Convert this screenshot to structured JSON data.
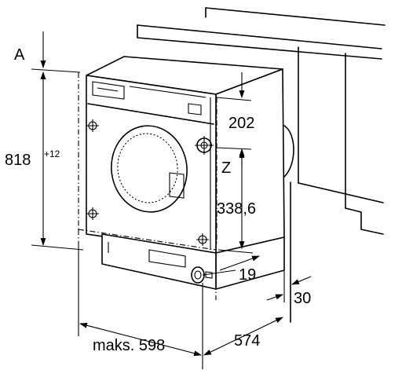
{
  "labels": {
    "a": "A",
    "height_main": "818",
    "height_tol": "+12",
    "depth_top": "202",
    "z": "Z",
    "hose_height": "338,6",
    "gap_19": "19",
    "gap_30": "30",
    "width": "maks. 598",
    "depth": "574"
  }
}
